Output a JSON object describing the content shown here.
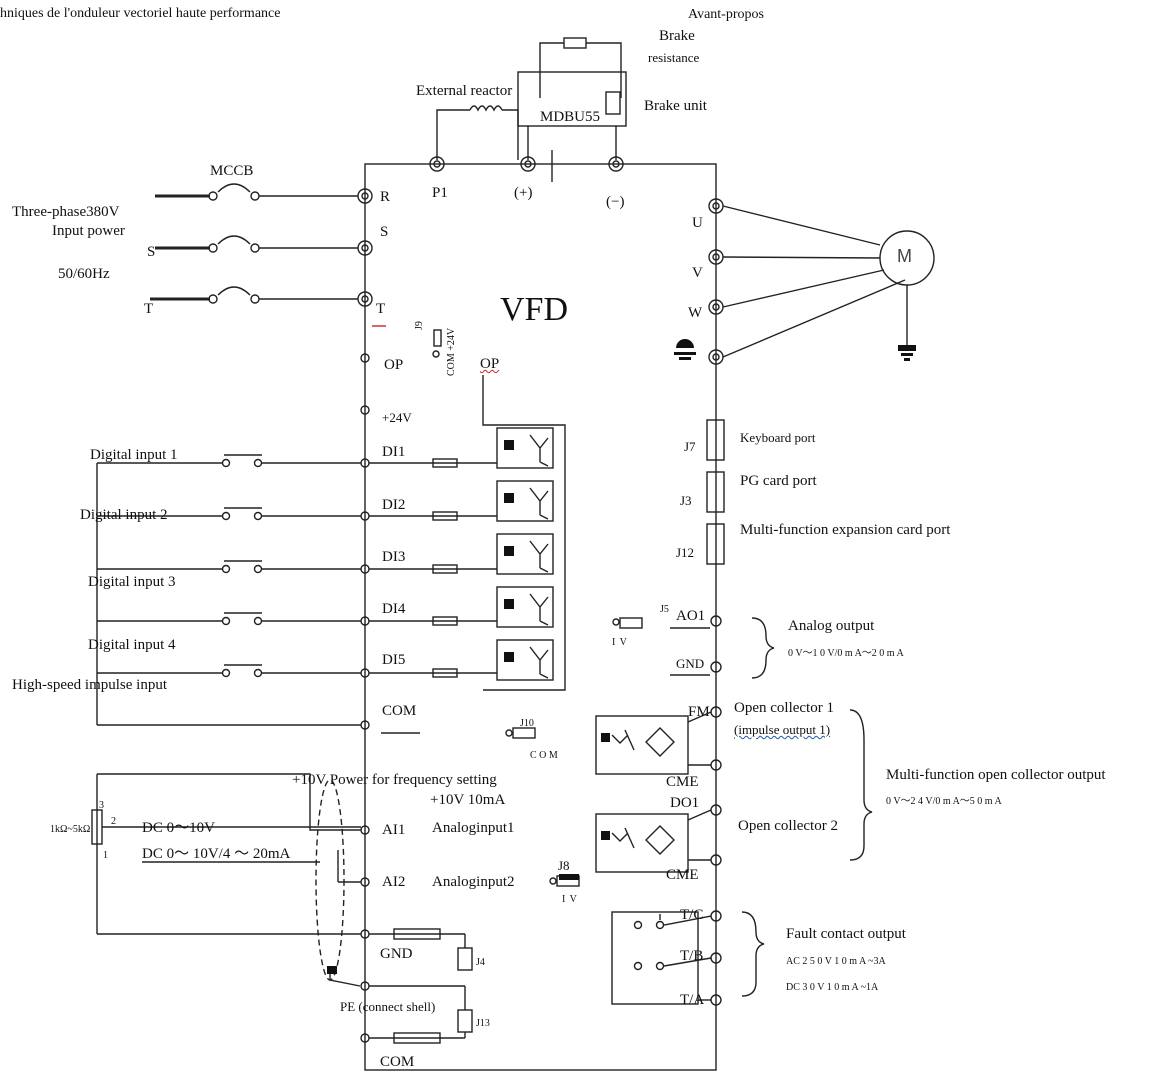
{
  "header": {
    "left": "hniques de l'onduleur vectoriel haute performance",
    "right": "Avant-propos"
  },
  "power": {
    "mccb": "MCCB",
    "input_line1": "Three-phase380V",
    "input_line2": "Input power",
    "freq": "50/60Hz",
    "s_wire": "S",
    "t_wire": "T",
    "R": "R",
    "S": "S",
    "T": "T",
    "P1": "P1",
    "plus": "(+)",
    "minus": "(−)",
    "ext_reactor": "External reactor",
    "brake_res_line1": "Brake",
    "brake_res_line2": "resistance",
    "brake_unit": "Brake unit",
    "mdbu": "MDBU55"
  },
  "vfd_title": "VFD",
  "motor": {
    "U": "U",
    "V": "V",
    "W": "W",
    "M": "M"
  },
  "jumpers": {
    "j9": "J9",
    "j9_label": "COM +24V",
    "j5": "J5",
    "iv": "I V",
    "j10": "J10",
    "j10_com": "C O M",
    "j8": "J8",
    "j8_iv": "I V",
    "j4": "J4",
    "j13": "J13"
  },
  "left_terms": {
    "op": "OP",
    "op_inner": "OP",
    "p24": "+24V",
    "di1": "DI1",
    "di2": "DI2",
    "di3": "DI3",
    "di4": "DI4",
    "di5": "DI5",
    "com": "COM",
    "ai1": "AI1",
    "ai2": "AI2",
    "gnd": "GND",
    "pe": "PE (connect shell)",
    "com2": "COM"
  },
  "inputs": {
    "di1": "Digital input 1",
    "di2": "Digital input 2",
    "di3": "Digital input 3",
    "di4": "Digital input 4",
    "hs": "High-speed impulse input"
  },
  "analog": {
    "power_line1": "+10V Power for frequency setting",
    "power_line2": "+10V 10mA",
    "pot": "1kΩ~5kΩ",
    "p3": "3",
    "p2": "2",
    "p1": "1",
    "dc1": "DC 0～10V",
    "dc2": "DC 0～ 10V/4 ～ 20mA",
    "ai1_label": "Analoginput1",
    "ai2_label": "Analoginput2"
  },
  "ports": {
    "j7": "J7",
    "j7_label": "Keyboard port",
    "j3": "J3",
    "j3_label": "PG card port",
    "j12": "J12",
    "j12_label": "Multi-function expansion card port"
  },
  "right_terms": {
    "ao1": "AO1",
    "gnd": "GND",
    "fm": "FM",
    "cme": "CME",
    "do1": "DO1",
    "cme2": "CME",
    "tc": "T/C",
    "tb": "T/B",
    "ta": "T/A"
  },
  "outputs": {
    "analog_out": "Analog output",
    "analog_range": "0 V～1 0 V/0 m A～2 0 m A",
    "oc1_line1": "Open collector 1",
    "oc1_line2": "(impulse output 1)",
    "oc2": "Open collector 2",
    "mf_oc": "Multi-function open collector output",
    "mf_range": "0 V～2 4 V/0 m A～5 0 m A",
    "fault": "Fault contact output",
    "fault_ac": "AC 2 5 0 V 1 0 m A ~3A",
    "fault_dc": "DC 3 0 V 1 0 m A ~1A"
  }
}
